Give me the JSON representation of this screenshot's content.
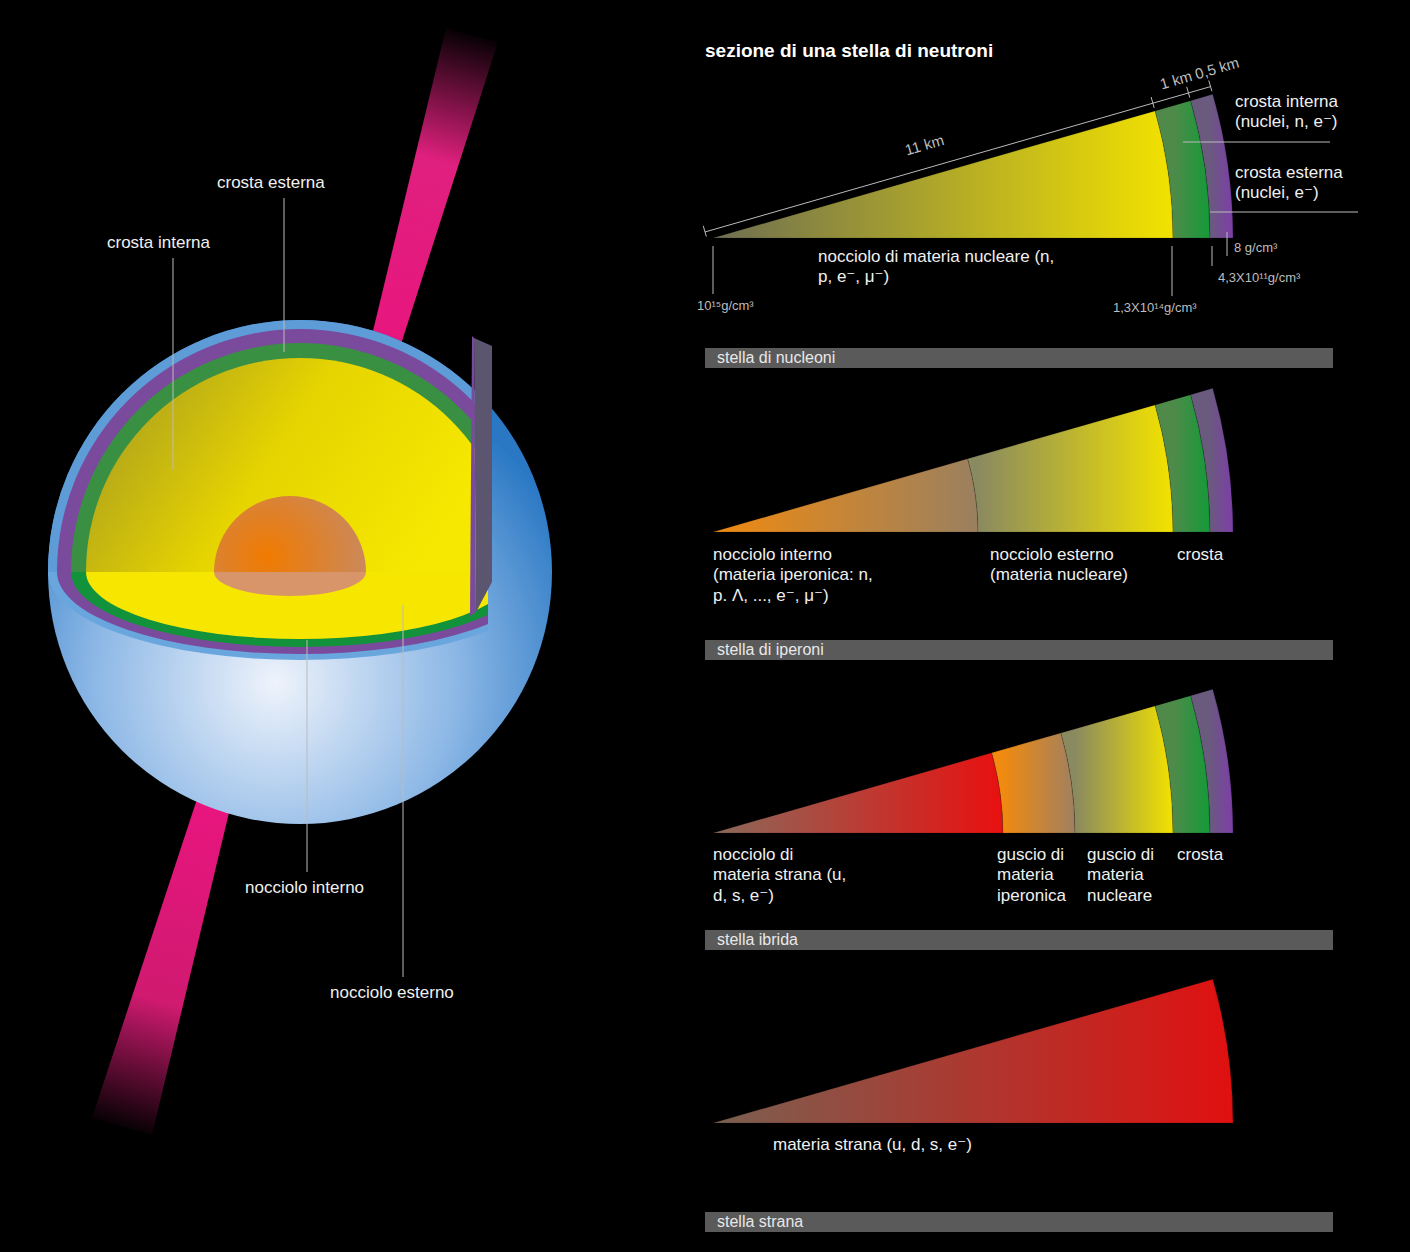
{
  "diagram": {
    "title": "sezione di una stella di neutroni",
    "nodes": [
      {
        "text": [
          "stella di nucleoni"
        ]
      },
      {
        "text": [
          "stella di iperoni"
        ]
      },
      {
        "text": [
          "stella ibrida"
        ]
      },
      {
        "text": [
          "stella strana"
        ]
      }
    ],
    "labels": [
      "crosta esterna",
      "crosta interna",
      "nocciolo interno",
      "nocciolo esterno",
      "11 km",
      "1 km",
      "0,5 km",
      "crosta interna (nuclei, n, e⁻)",
      "crosta esterna (nuclei, e⁻)",
      "nocciolo di materia nucleare (n, p, e⁻, μ⁻)",
      "10¹⁵g/cm³",
      "1,3X10¹⁴g/cm³",
      "4,3X10¹¹g/cm³",
      "8 g/cm³",
      "nocciolo interno (materia iperonica: n, p. Λ, ..., e⁻, μ⁻)",
      "nocciolo esterno (materia nucleare)",
      "crosta",
      "nocciolo di materia strana (u, d, s, e⁻)",
      "guscio di materia iperonica",
      "guscio di materia nucleare",
      "crosta",
      "materia strana (u, d, s, e⁻)"
    ]
  }
}
